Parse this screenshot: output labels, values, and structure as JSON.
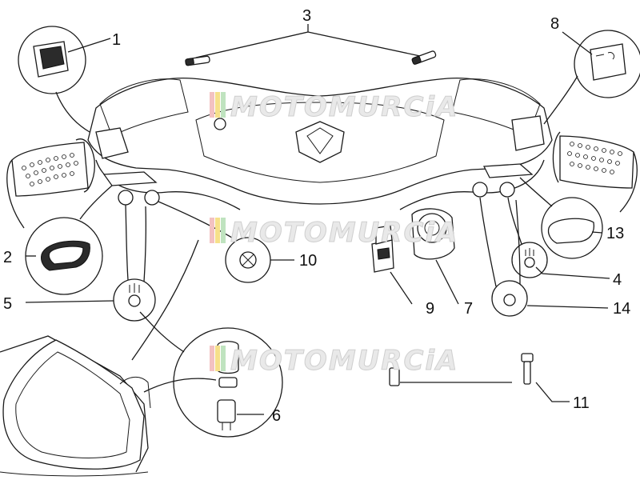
{
  "callouts": [
    {
      "id": "1",
      "label": "1"
    },
    {
      "id": "2",
      "label": "2"
    },
    {
      "id": "3",
      "label": "3"
    },
    {
      "id": "4",
      "label": "4"
    },
    {
      "id": "5",
      "label": "5"
    },
    {
      "id": "6",
      "label": "6"
    },
    {
      "id": "7",
      "label": "7"
    },
    {
      "id": "8",
      "label": "8"
    },
    {
      "id": "9",
      "label": "9"
    },
    {
      "id": "10",
      "label": "10"
    },
    {
      "id": "11",
      "label": "11"
    },
    {
      "id": "13",
      "label": "13"
    },
    {
      "id": "14",
      "label": "14"
    }
  ],
  "watermark": {
    "text": "MOTOMURCiA",
    "stripe_colors": [
      "#f3c2c2",
      "#f6e08a",
      "#bfe3bf"
    ]
  },
  "colors": {
    "line": "#1a1a1a",
    "background": "#ffffff",
    "watermark_fill": "#e9e9e9"
  }
}
